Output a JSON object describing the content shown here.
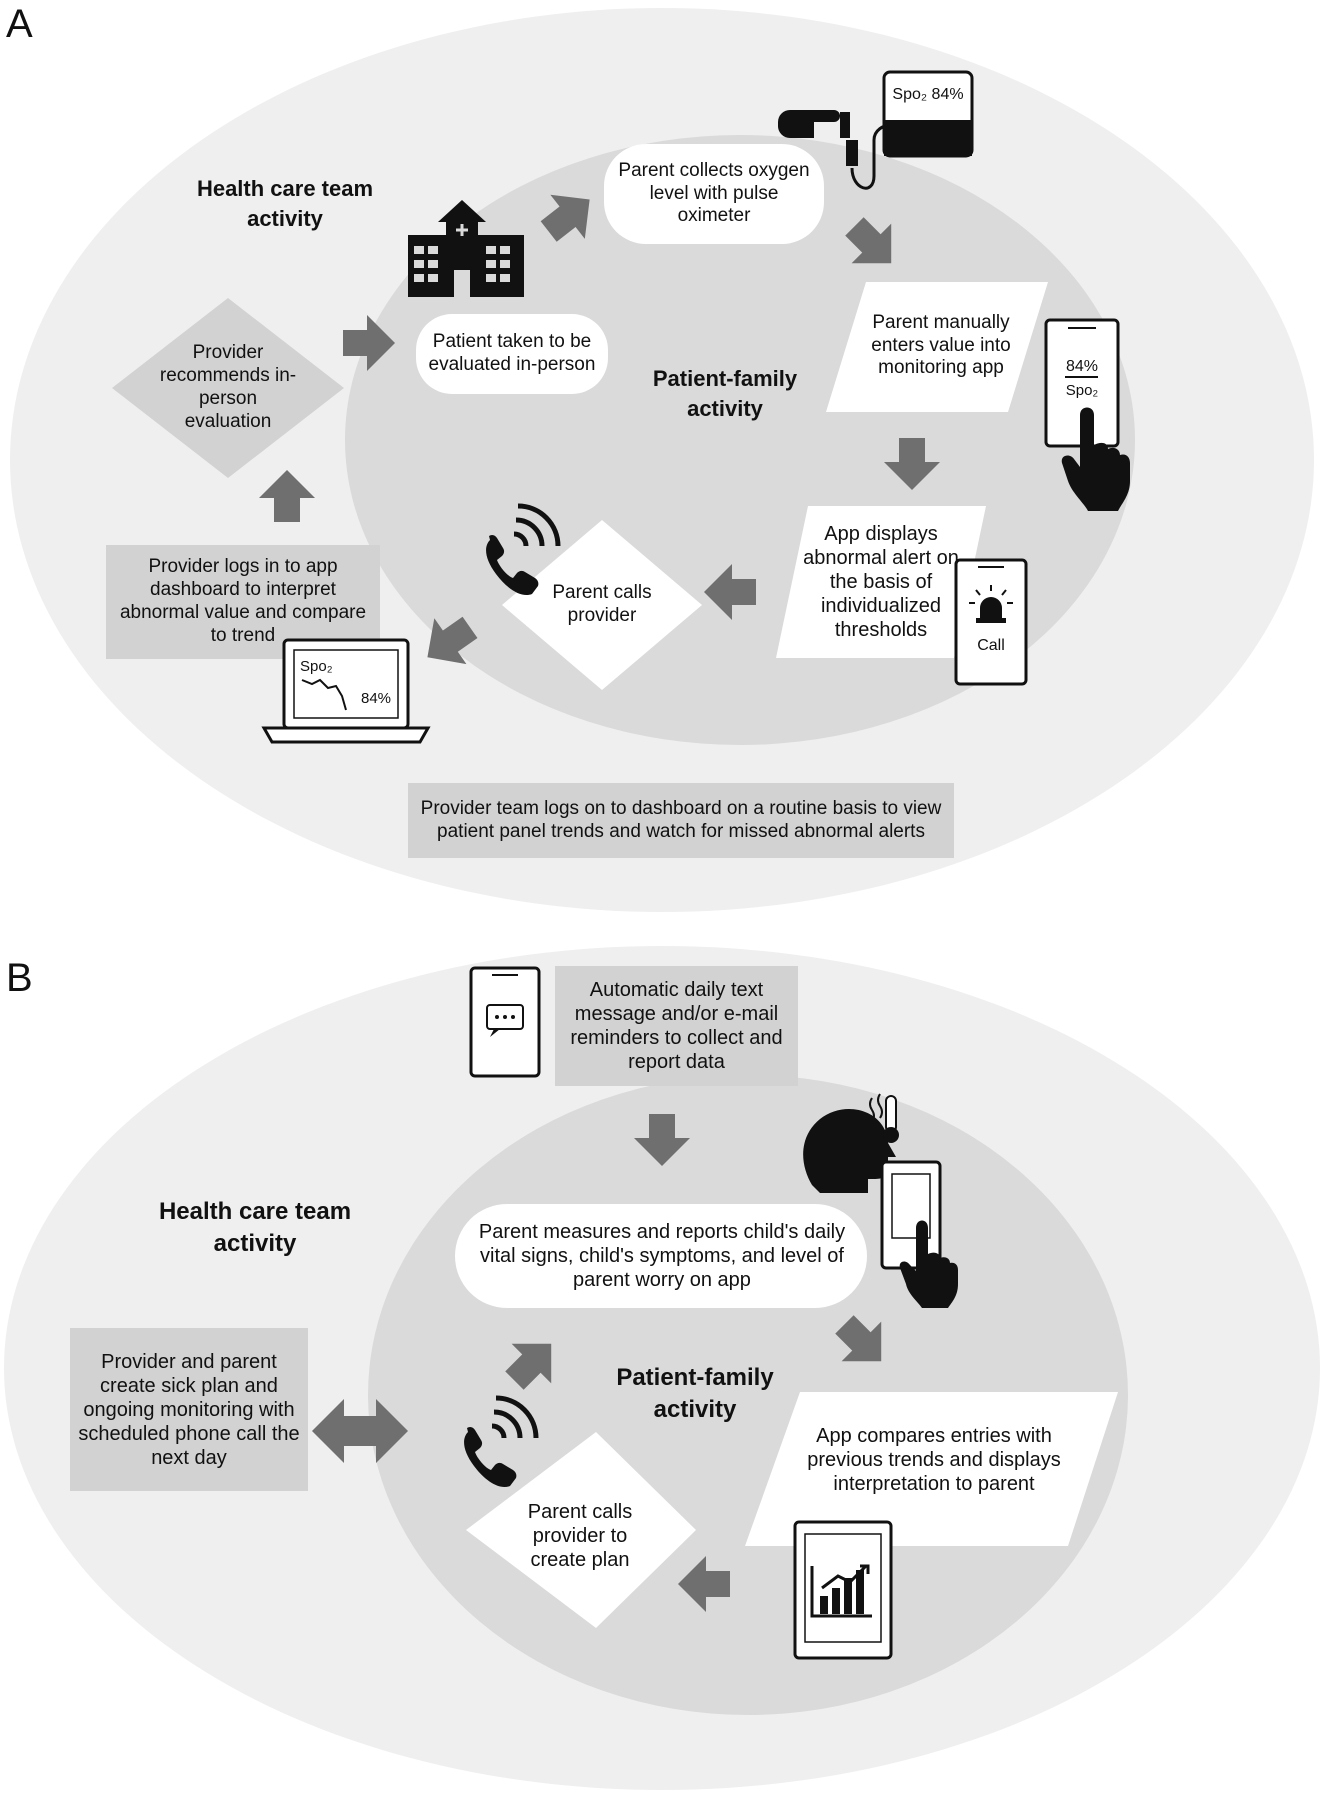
{
  "panels": {
    "a": {
      "letter": "A",
      "heading_care": [
        "Health care team",
        "activity"
      ],
      "heading_family": [
        "Patient-family",
        "activity"
      ],
      "steps": {
        "collect": "Parent collects oxygen level with pulse oximeter",
        "enter": "Parent manually enters value into monitoring app",
        "alert": "App displays abnormal alert on the basis of individualized thresholds",
        "calls": "Parent calls provider",
        "logs": "Provider logs in to app dashboard to interpret abnormal value and compare to trend",
        "recommends": "Provider recommends in-person evaluation",
        "evaluated": "Patient taken to be evaluated in-person",
        "routine": "Provider team logs on to dashboard on a routine basis to view patient panel trends and watch for missed abnormal alerts"
      },
      "oximeter_reading": "Spo₂ 84%",
      "phone_value": "84%",
      "phone_label": "Spo₂",
      "alert_call_label": "Call",
      "laptop_label": "Spo₂",
      "laptop_value": "84%"
    },
    "b": {
      "letter": "B",
      "heading_care": [
        "Health care team",
        "activity"
      ],
      "heading_family": [
        "Patient-family",
        "activity"
      ],
      "steps": {
        "reminder": "Automatic daily text message and/or e-mail reminders to collect and report data",
        "measure": "Parent measures and reports child's daily vital signs, child's symptoms, and level of parent worry on app",
        "compare": "App compares entries with previous trends and displays interpretation to parent",
        "calls": "Parent calls provider to create plan",
        "plan": "Provider and parent create sick plan and ongoing monitoring with scheduled phone call the next day"
      }
    }
  },
  "colors": {
    "outer": "#efefef",
    "inner": "#dadada",
    "box_gray": "#d2d2d2",
    "arrow": "#6f6f6f",
    "icon": "#111111"
  }
}
